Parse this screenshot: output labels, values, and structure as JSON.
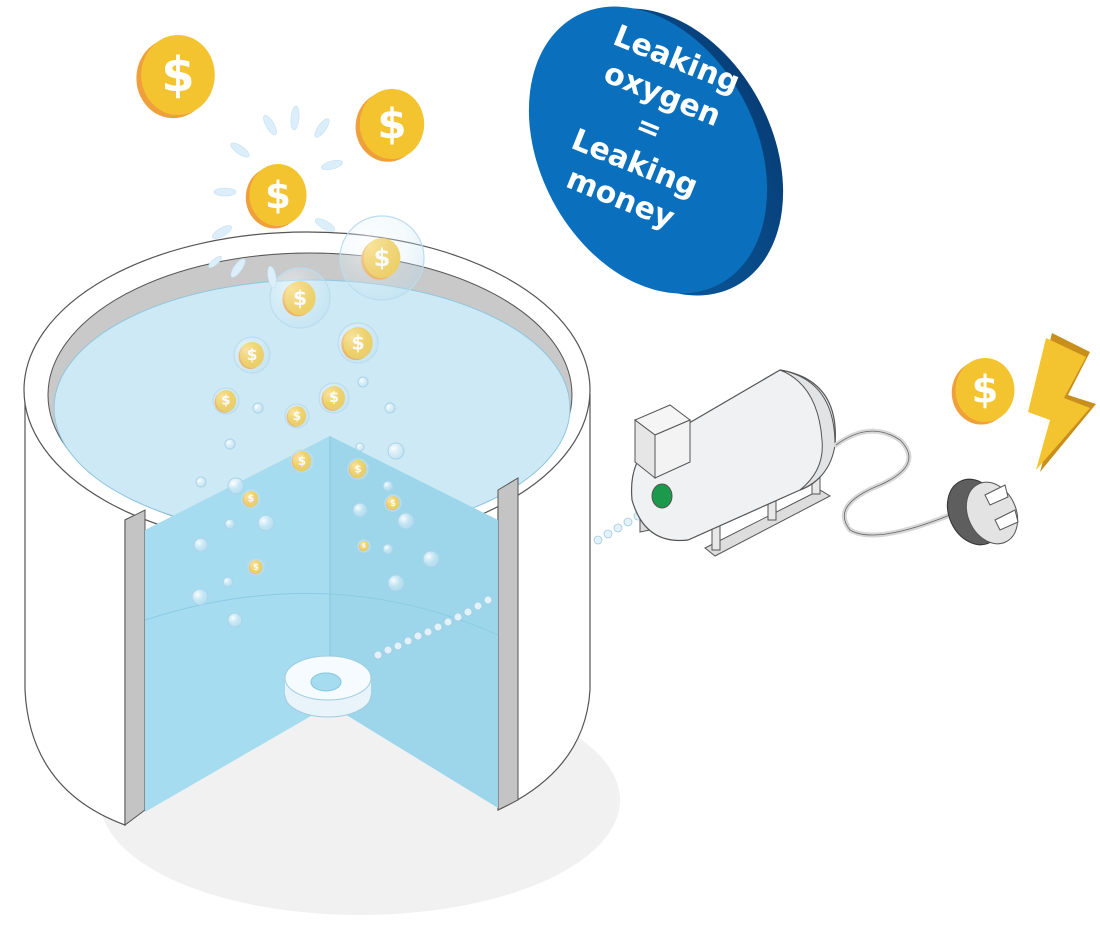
{
  "sign": {
    "lines": [
      "Leaking",
      "oxygen",
      "=",
      "Leaking",
      "money"
    ],
    "color": "#0a6fbd"
  },
  "coin_symbol": "$",
  "colors": {
    "water": "#a6dcef",
    "coin": "#f4c430",
    "coin_edge": "#f0a03a",
    "blower_button": "#1a9a4a",
    "lightning": "#f4c430"
  }
}
